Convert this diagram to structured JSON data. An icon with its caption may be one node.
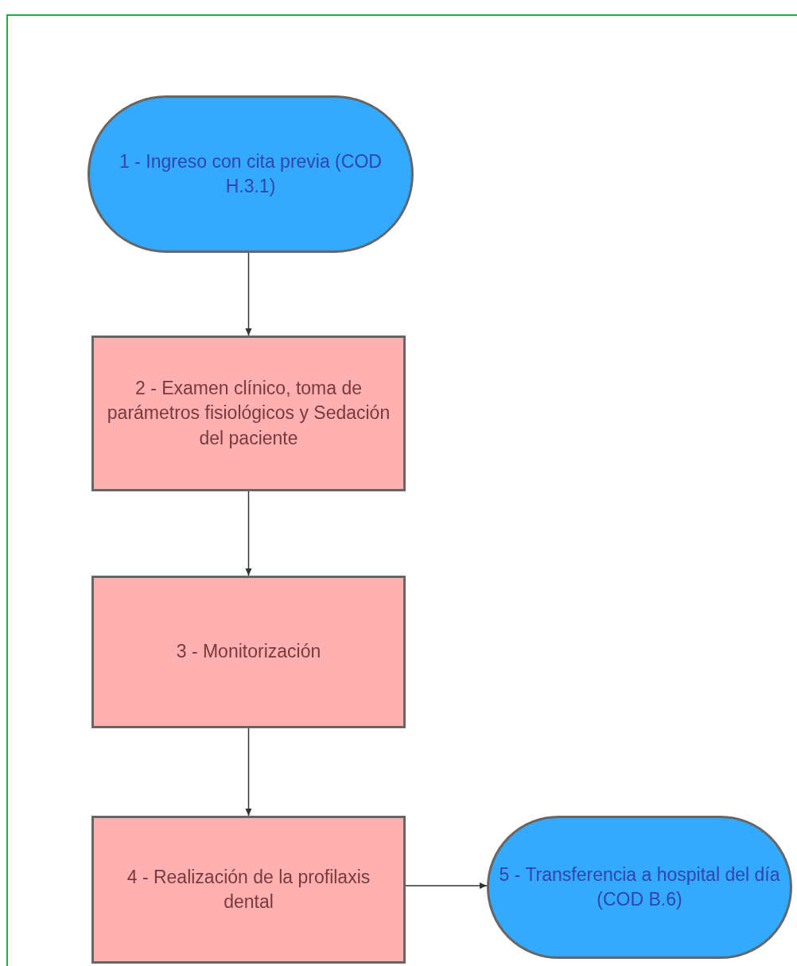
{
  "diagram": {
    "nodes": [
      {
        "text": [
          "1 - Ingreso con cita previa (COD H.3.1)"
        ]
      },
      {
        "text": [
          "2 - Examen clínico, toma de parámetros fisiológicos y Sedación del paciente"
        ]
      },
      {
        "text": [
          "3 - Monitorización"
        ]
      },
      {
        "text": [
          "4 - Realización de la profilaxis dental"
        ]
      },
      {
        "text": [
          "5 - Transferencia a hospital del día (COD B.6)"
        ]
      }
    ],
    "edges": [
      {
        "from": 0,
        "to": 1,
        "arrow": "to"
      },
      {
        "from": 1,
        "to": 2,
        "arrow": "to"
      },
      {
        "from": 2,
        "to": 3,
        "arrow": "to"
      },
      {
        "from": 3,
        "to": 4,
        "arrow": "to"
      }
    ]
  }
}
